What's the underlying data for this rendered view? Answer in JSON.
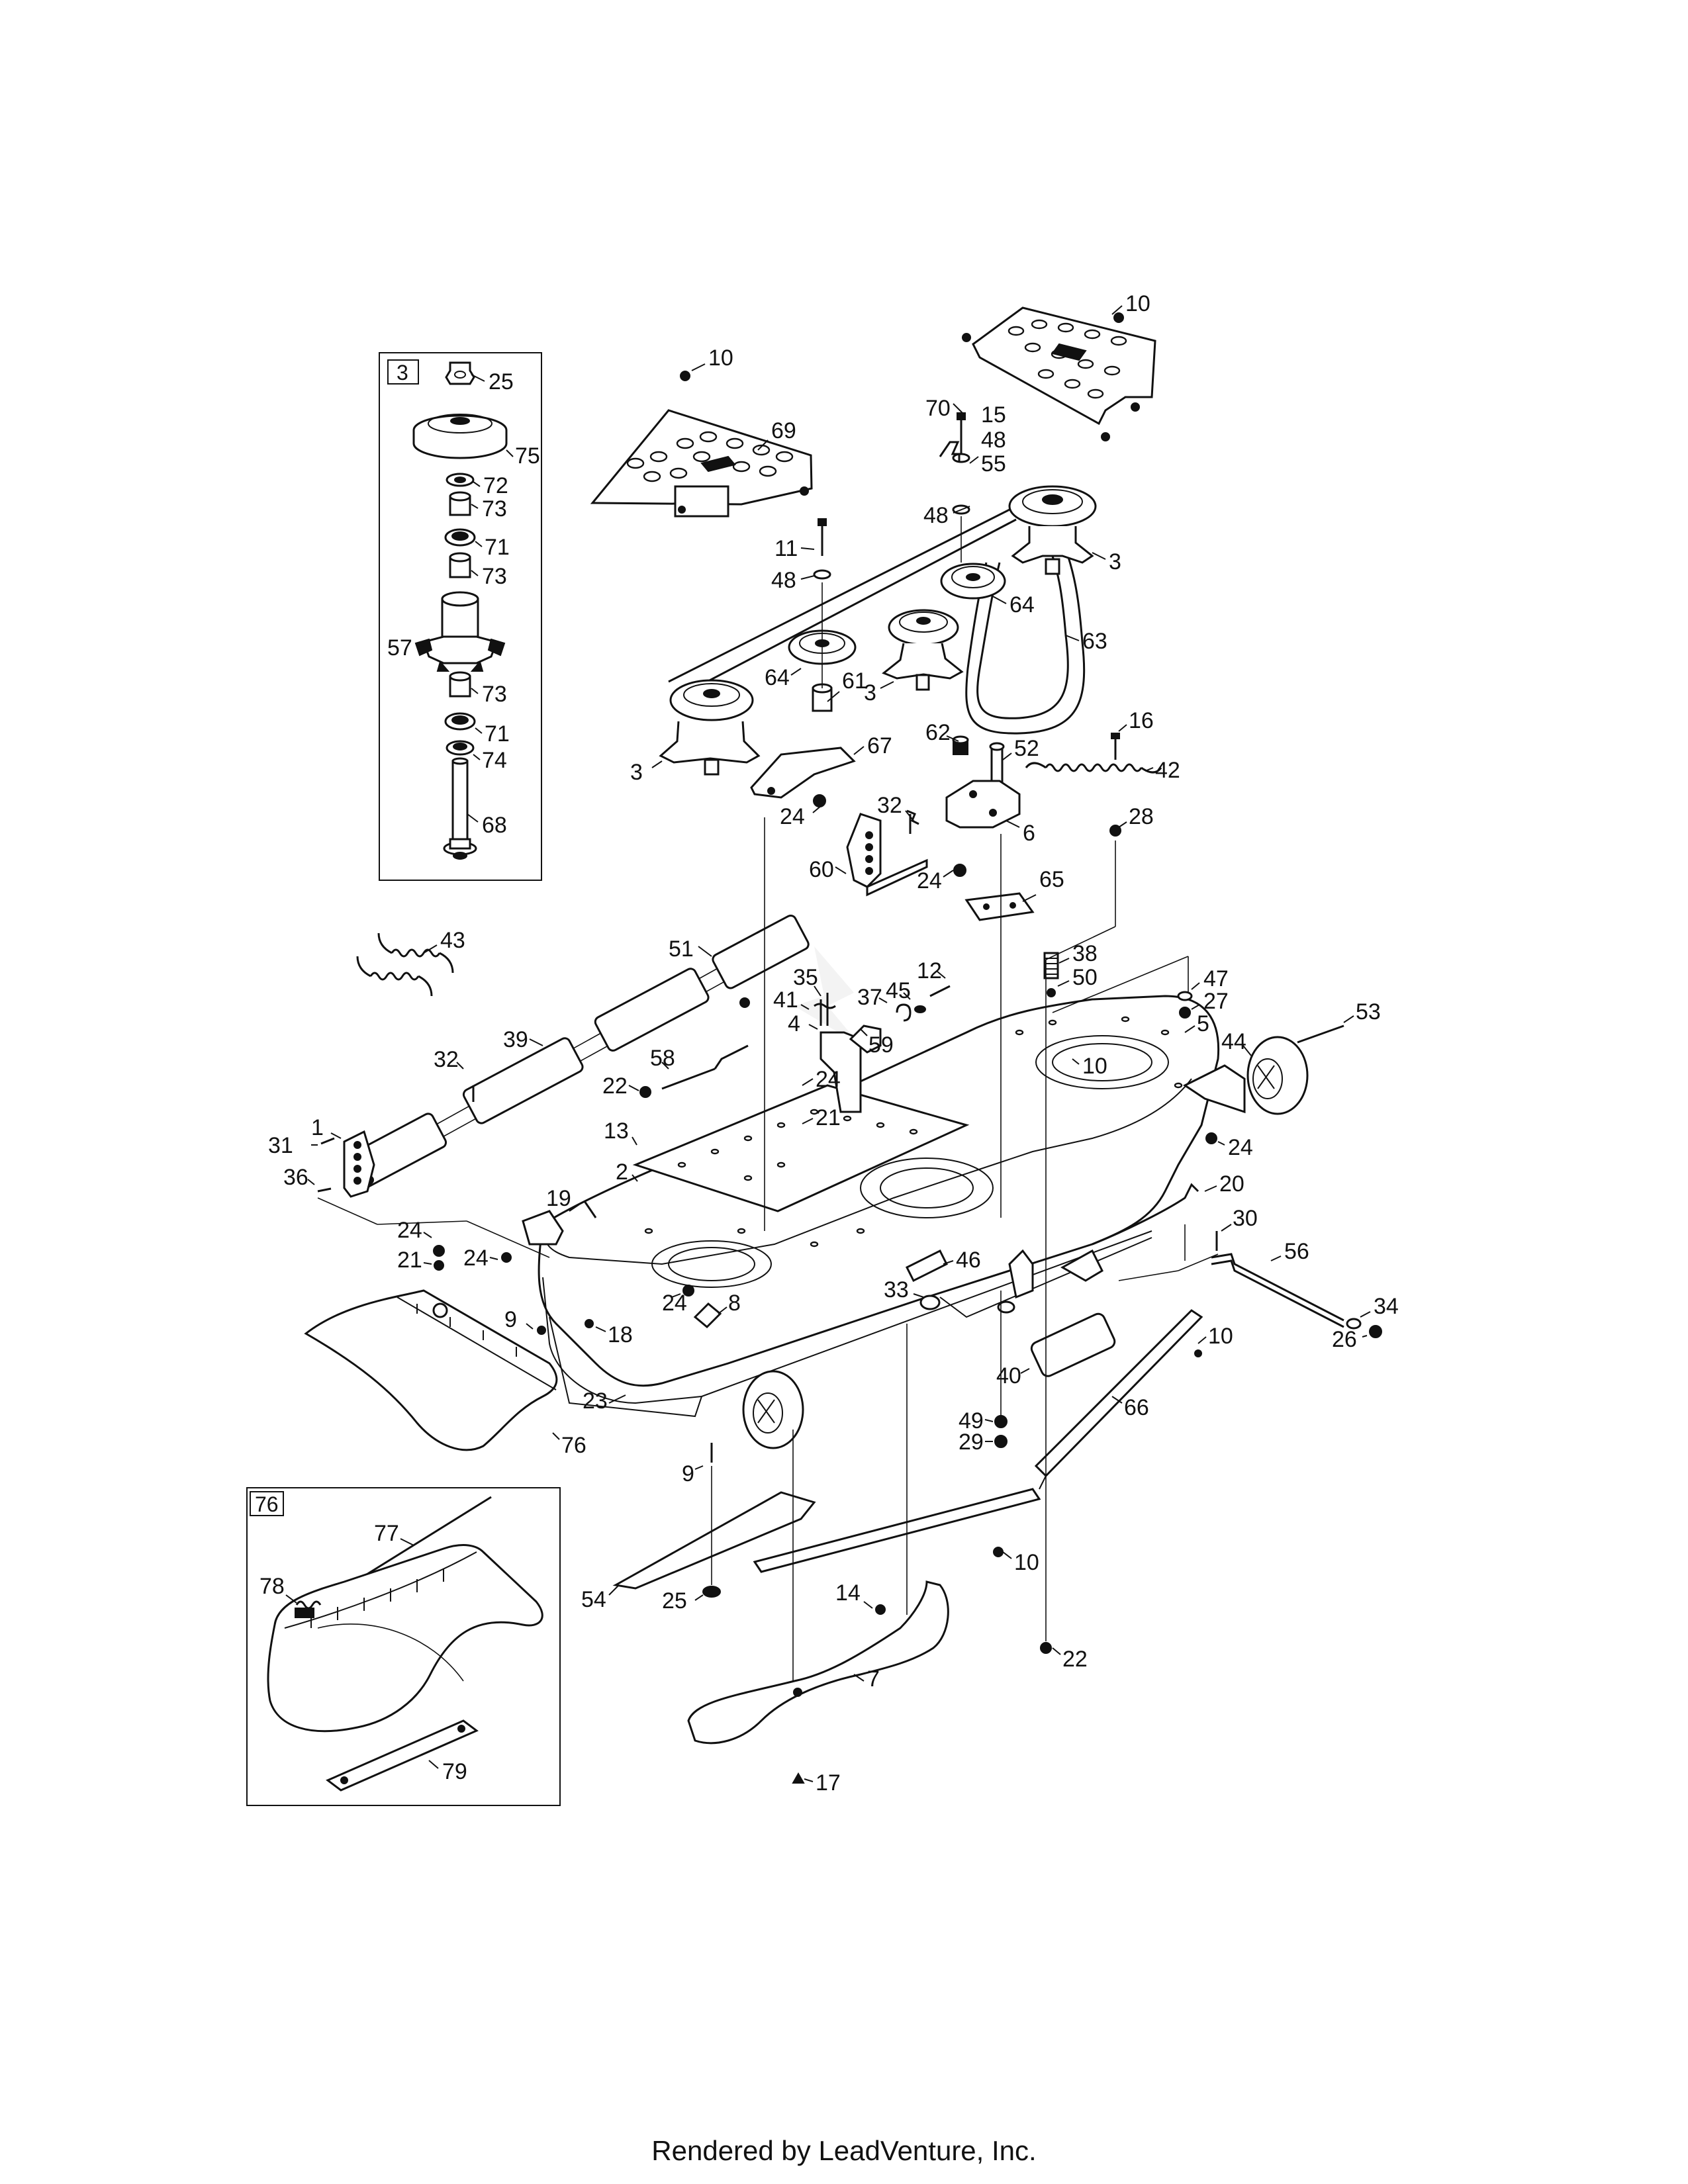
{
  "footer": {
    "credit": "Rendered by LeadVenture, Inc."
  },
  "insets": [
    {
      "tag": "3"
    },
    {
      "tag": "76"
    }
  ],
  "callouts": [
    "25",
    "75",
    "72",
    "73",
    "71",
    "73",
    "57",
    "73",
    "71",
    "74",
    "68",
    "10",
    "69",
    "10",
    "70",
    "15",
    "48",
    "55",
    "48",
    "11",
    "48",
    "3",
    "64",
    "63",
    "64",
    "61",
    "3",
    "3",
    "67",
    "24",
    "62",
    "52",
    "16",
    "42",
    "28",
    "6",
    "32",
    "24",
    "65",
    "60",
    "43",
    "51",
    "39",
    "32",
    "1",
    "31",
    "36",
    "35",
    "41",
    "12",
    "45",
    "37",
    "4",
    "59",
    "58",
    "22",
    "24",
    "21",
    "13",
    "2",
    "38",
    "50",
    "47",
    "27",
    "5",
    "44",
    "53",
    "10",
    "24",
    "20",
    "30",
    "56",
    "34",
    "26",
    "19",
    "24",
    "21",
    "24",
    "9",
    "18",
    "24",
    "8",
    "46",
    "33",
    "10",
    "40",
    "66",
    "49",
    "29",
    "23",
    "76",
    "9",
    "54",
    "25",
    "10",
    "14",
    "7",
    "22",
    "17",
    "77",
    "78",
    "79"
  ]
}
